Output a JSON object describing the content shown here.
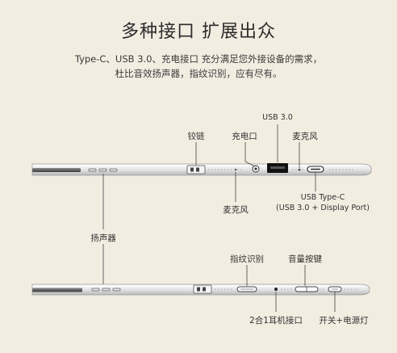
{
  "header": {
    "title": "多种接口 扩展出众",
    "desc_line1": "Type-C、USB 3.0、充电接口 充分满足您外接设备的需求，",
    "desc_line2": "杜比音效扬声器，指纹识别，应有尽有。"
  },
  "top_view": {
    "labels": {
      "hinge": "铰链",
      "charge_port": "充电口",
      "usb3": "USB 3.0",
      "mic_top": "麦克风",
      "mic_bottom": "麦克风",
      "usbc_line1": "USB Type-C",
      "usbc_line2": "(USB 3.0 + Display Port)"
    }
  },
  "middle": {
    "speaker": "扬声器"
  },
  "bottom_view": {
    "labels": {
      "fingerprint": "指纹识别",
      "volume_keys": "音量按键",
      "audio_jack": "2合1耳机接口",
      "power_led": "开关+电源灯"
    }
  },
  "colors": {
    "background": "#f3ece1",
    "device_body": "#e9e9e9",
    "device_edge": "#9a9a9a",
    "leader_line": "#444444"
  }
}
